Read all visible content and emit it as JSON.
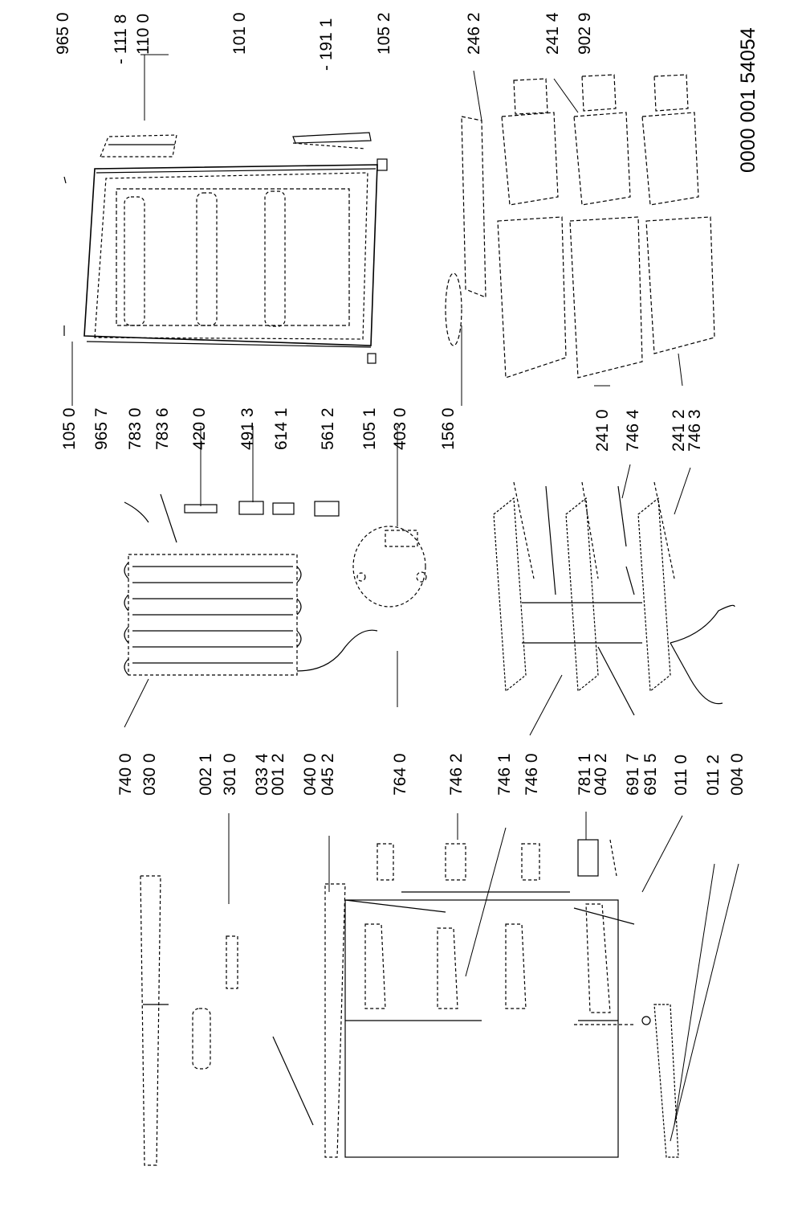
{
  "document_number": "0000 001 54054",
  "callouts": {
    "top": [
      "965 0",
      "- 111 8",
      "110 0",
      "101 0",
      "- 191 1",
      "105 2",
      "246 2",
      "241 4",
      "902 9"
    ],
    "middle": [
      "105 0",
      "965 7",
      "783 0",
      "783 6",
      "420 0",
      "491 3",
      "614 1",
      "561 2",
      "105 1",
      "403 0",
      "156 0",
      "241 0",
      "746 4",
      "241 2",
      "746 3"
    ],
    "bottom": [
      "740 0",
      "030 0",
      "002 1",
      "301 0",
      "033 4",
      "001 2",
      "040 0",
      "045 2",
      "764 0",
      "746 2",
      "746 1",
      "746 0",
      "781 1",
      "040 2",
      "691 7",
      "691 5",
      "011 0",
      "011 2",
      "004 0"
    ]
  }
}
